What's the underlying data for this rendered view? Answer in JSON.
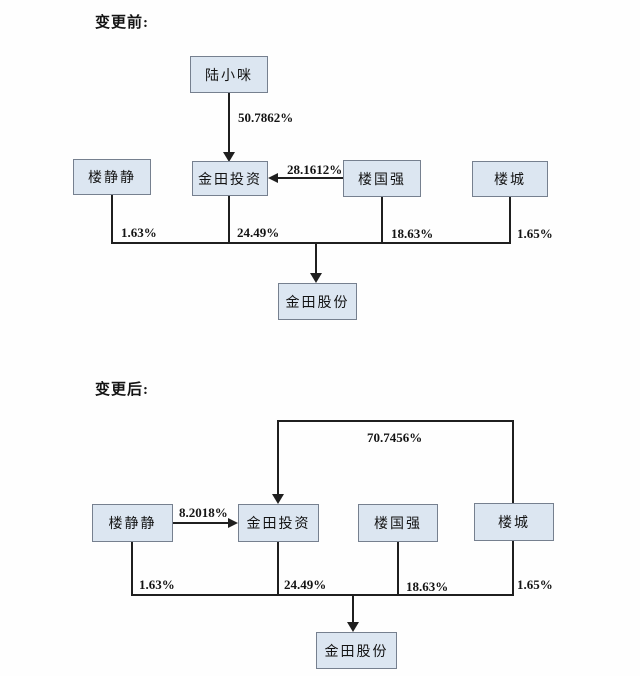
{
  "colors": {
    "box_fill": "#dce6f1",
    "box_border": "#76808f",
    "line": "#1f1f1f"
  },
  "before": {
    "label": "变更前:",
    "nodes": {
      "lu_xiaomi": "陆小咪",
      "lou_jingjing": "楼静静",
      "jintian_investment": "金田投资",
      "lou_guoqiang": "楼国强",
      "lou_cheng": "楼城",
      "jintian_shares": "金田股份"
    },
    "edges": {
      "lu_to_investment_pct": "50.7862%",
      "guoqiang_to_investment_pct": "28.1612%",
      "jingjing_to_shares_pct": "1.63%",
      "investment_to_shares_pct": "24.49%",
      "guoqiang_to_shares_pct": "18.63%",
      "cheng_to_shares_pct": "1.65%"
    }
  },
  "after": {
    "label": "变更后:",
    "nodes": {
      "lou_jingjing": "楼静静",
      "jintian_investment": "金田投资",
      "lou_guoqiang": "楼国强",
      "lou_cheng": "楼城",
      "jintian_shares": "金田股份"
    },
    "edges": {
      "cheng_to_investment_pct": "70.7456%",
      "jingjing_to_investment_pct": "8.2018%",
      "jingjing_to_shares_pct": "1.63%",
      "investment_to_shares_pct": "24.49%",
      "guoqiang_to_shares_pct": "18.63%",
      "cheng_to_shares_pct": "1.65%"
    }
  }
}
